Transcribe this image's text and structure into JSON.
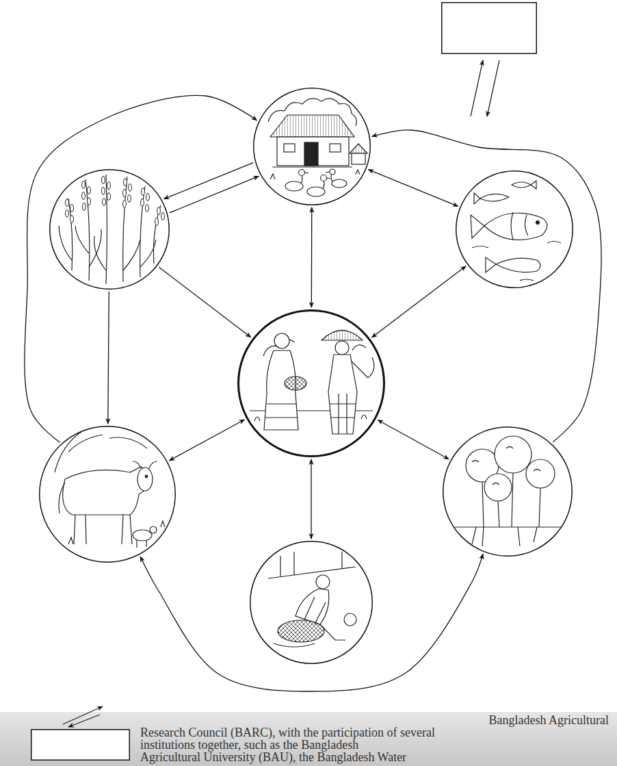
{
  "diagram": {
    "nodes": [
      {
        "text": []
      },
      {
        "text": []
      },
      {
        "text": []
      },
      {
        "text": []
      },
      {
        "text": []
      },
      {
        "text": []
      },
      {
        "text": []
      },
      {
        "text": []
      },
      {
        "text": []
      }
    ],
    "edges": [
      {
        "from": 1,
        "to": 2,
        "arrow": "to"
      },
      {
        "from": 2,
        "to": 1,
        "arrow": "to"
      },
      {
        "from": 2,
        "to": 4,
        "arrow": "to"
      },
      {
        "from": 1,
        "to": 4,
        "arrow": "both"
      },
      {
        "from": 1,
        "to": 3,
        "arrow": "both"
      },
      {
        "from": 3,
        "to": 4,
        "arrow": "both"
      },
      {
        "from": 5,
        "to": 4,
        "arrow": "both"
      },
      {
        "from": 4,
        "to": 6,
        "arrow": "both"
      },
      {
        "from": 4,
        "to": 7,
        "arrow": "both"
      },
      {
        "from": 2,
        "to": 5,
        "arrow": "to"
      },
      {
        "from": 5,
        "to": 1,
        "arrow": "to"
      },
      {
        "from": 6,
        "to": 1,
        "arrow": "to"
      },
      {
        "from": 5,
        "to": 6,
        "arrow": "both"
      }
    ],
    "labels": [
      "Bangladesh Agricultural",
      "Research Council (BARC), with the participation of several",
      "institutions together, such as the Bangladesh",
      "Agricultural University (BAU), the Bangladesh Water"
    ]
  }
}
